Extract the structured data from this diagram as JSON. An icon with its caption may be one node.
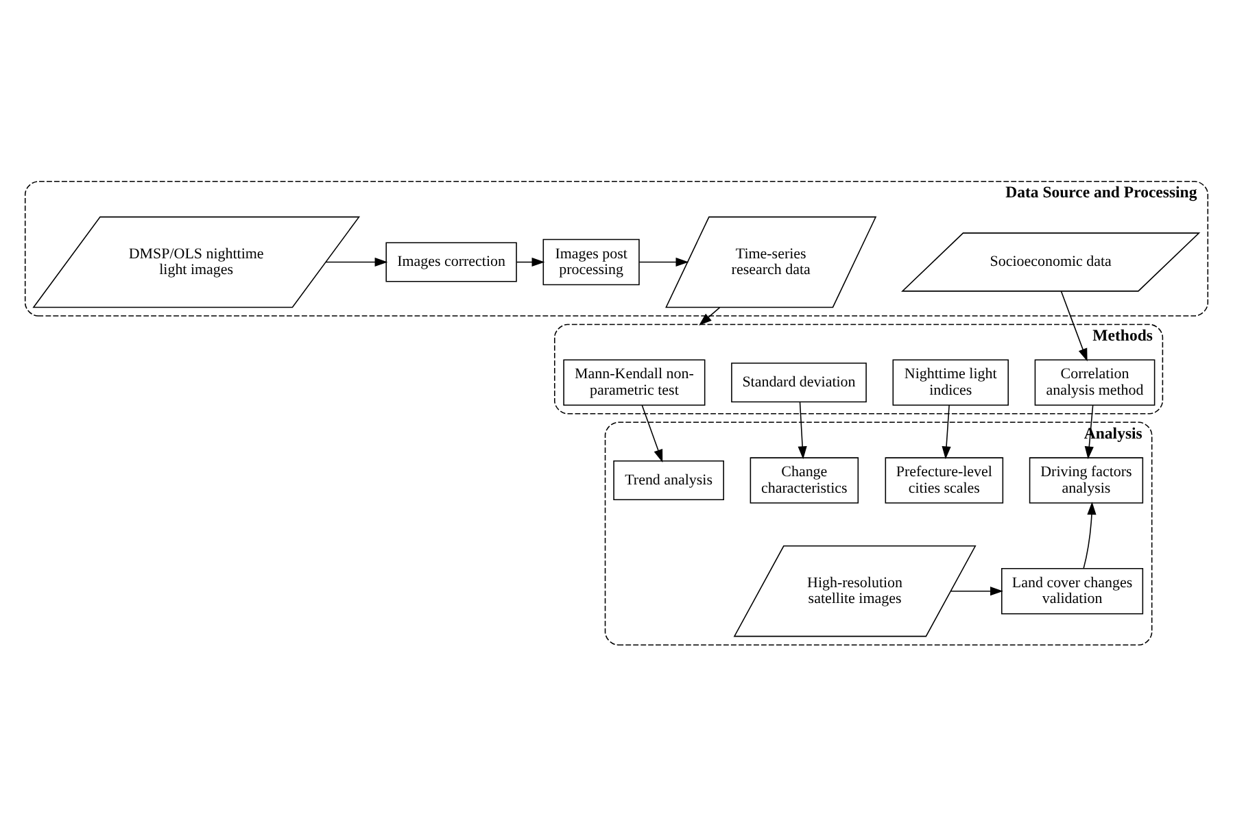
{
  "diagram": {
    "nodes": [
      {
        "text": [
          "Data Source and Processing"
        ]
      },
      {
        "text": [
          "DMSP/OLS nighttime light images"
        ],
        "in": 0
      },
      {
        "text": [
          "Images correction"
        ],
        "in": 0
      },
      {
        "text": [
          "Images post processing"
        ],
        "in": 0
      },
      {
        "text": [
          "Time-series research data"
        ],
        "in": 0
      },
      {
        "text": [
          "Socioeconomic data"
        ],
        "in": 0
      },
      {
        "text": [
          "Methods"
        ]
      },
      {
        "text": [
          "Mann-Kendall non-parametric test"
        ],
        "in": 6
      },
      {
        "text": [
          "Standard deviation"
        ],
        "in": 6
      },
      {
        "text": [
          "Nighttime light indices"
        ],
        "in": 6
      },
      {
        "text": [
          "Correlation analysis method"
        ],
        "in": 6
      },
      {
        "text": [
          "Analysis"
        ]
      },
      {
        "text": [
          "Trend analysis"
        ],
        "in": 11
      },
      {
        "text": [
          "Change characteristics"
        ],
        "in": 11
      },
      {
        "text": [
          "Prefecture-level cities scales"
        ],
        "in": 11
      },
      {
        "text": [
          "Driving factors analysis"
        ],
        "in": 11
      },
      {
        "text": [
          "High-resolution satellite images"
        ],
        "in": 11
      },
      {
        "text": [
          "Land cover changes validation"
        ],
        "in": 11
      }
    ],
    "edges": [
      {
        "from": 1,
        "to": 2,
        "arrow": "to"
      },
      {
        "from": 2,
        "to": 3,
        "arrow": "to"
      },
      {
        "from": 3,
        "to": 4,
        "arrow": "to"
      },
      {
        "from": 4,
        "to": 6,
        "arrow": "to"
      },
      {
        "from": 5,
        "to": 10,
        "arrow": "to"
      },
      {
        "from": 7,
        "to": 12,
        "arrow": "to"
      },
      {
        "from": 8,
        "to": 13,
        "arrow": "to"
      },
      {
        "from": 9,
        "to": 14,
        "arrow": "to"
      },
      {
        "from": 10,
        "to": 15,
        "arrow": "to"
      },
      {
        "from": 16,
        "to": 17,
        "arrow": "to"
      },
      {
        "from": 17,
        "to": 15,
        "arrow": "to"
      }
    ]
  }
}
